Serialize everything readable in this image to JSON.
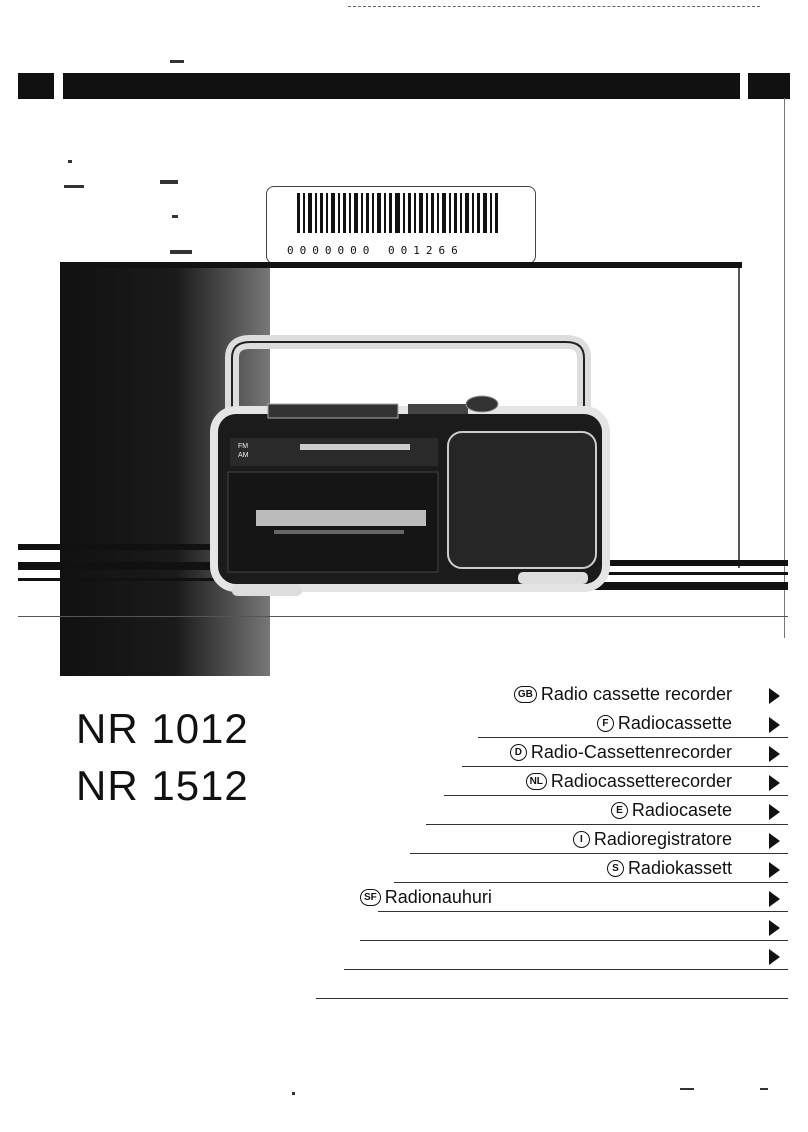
{
  "barcode": {
    "number": "0000000 001266"
  },
  "models": [
    "NR 1012",
    "NR 1512"
  ],
  "languages": [
    {
      "code": "GB",
      "label": "Radio cassette recorder"
    },
    {
      "code": "F",
      "label": "Radiocassette"
    },
    {
      "code": "D",
      "label": "Radio-Cassettenrecorder"
    },
    {
      "code": "NL",
      "label": "Radiocassetterecorder"
    },
    {
      "code": "E",
      "label": "Radiocasete"
    },
    {
      "code": "I",
      "label": "Radioregistratore"
    },
    {
      "code": "S",
      "label": "Radiokassett"
    },
    {
      "code": "SF",
      "label": "Radionauhuri"
    },
    {
      "code": "",
      "label": ""
    },
    {
      "code": "",
      "label": ""
    }
  ],
  "product_panel": {
    "band_labels": [
      "FM",
      "AM"
    ]
  },
  "colors": {
    "ink": "#111111",
    "paper": "#ffffff"
  }
}
